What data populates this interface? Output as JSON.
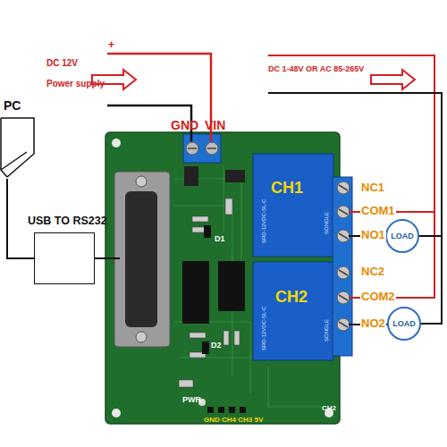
{
  "diagram": {
    "nodes": [
      {
        "text": [
          "PC"
        ]
      },
      {
        "text": [
          "USB TO RS232"
        ]
      },
      {
        "text": [
          "LOAD"
        ]
      },
      {
        "text": [
          "LOAD"
        ]
      }
    ],
    "edges": [
      {
        "from": 0,
        "to": 1,
        "arrow": "none"
      }
    ],
    "labels": [
      "+",
      "DC 12V",
      "Power supply",
      "GND",
      "VIN",
      "DC 1-48V OR AC 85-265V",
      "CH1",
      "CH2",
      "NC1",
      "COM1",
      "NO1",
      "NC2",
      "COM2",
      "NO2",
      "D1",
      "D2",
      "PWR",
      "GND CH4 CH3 5V",
      "CH2",
      "SRD-12VDC-SL-C",
      "SONGLE",
      "SRD-12VDC-SL-C",
      "SONGLE"
    ]
  }
}
